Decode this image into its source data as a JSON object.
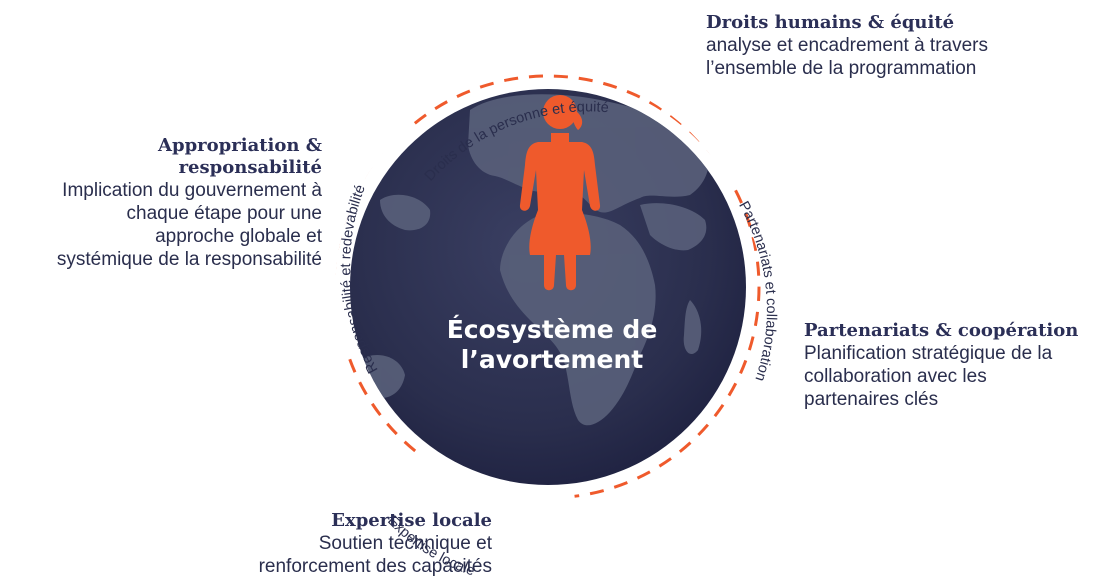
{
  "center": {
    "line1": "Écosystème de",
    "line2": "l’avortement"
  },
  "ring": {
    "top": "Droits de la personne et équité",
    "right": "Partenariats et collaboration",
    "bottom": "Expertise locale",
    "left": "Responsabilité et redevabilité"
  },
  "callouts": {
    "top": {
      "title": "Droits humains & équité",
      "lines": [
        "analyse et encadrement à travers",
        "l’ensemble de la programmation"
      ]
    },
    "left": {
      "title_lines": [
        "Appropriation &",
        "responsabilité"
      ],
      "lines": [
        "Implication du gouvernement à",
        "chaque étape pour une",
        "approche globale et",
        "systémique de la responsabilité"
      ]
    },
    "right": {
      "title": "Partenariats & coopération",
      "lines": [
        "Planification stratégique de la",
        "collaboration avec les",
        "partenaires clés"
      ]
    },
    "bottom": {
      "title": "Expertise locale",
      "lines": [
        "Soutien technique et",
        "renforcement des capacités"
      ]
    }
  },
  "colors": {
    "globe": "#2a2e4d",
    "accent": "#ef5a2c",
    "land": "#59607a"
  },
  "icons": {
    "figure": "person-icon",
    "globe": "globe-icon"
  }
}
